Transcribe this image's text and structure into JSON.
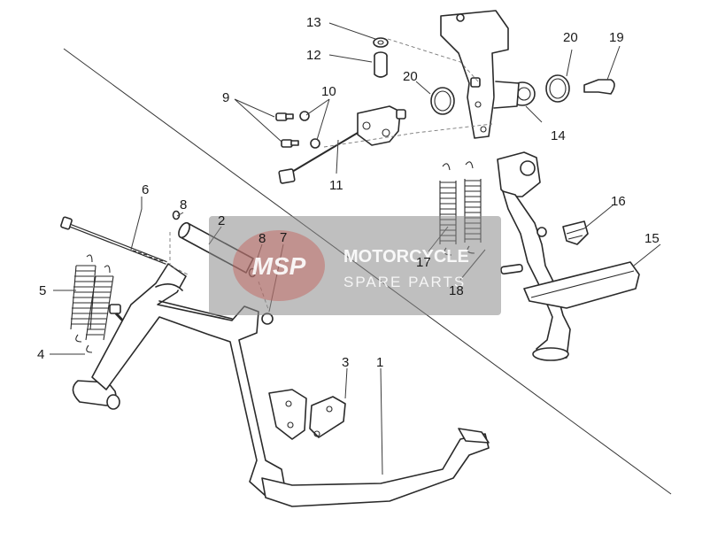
{
  "labels": {
    "p1": "1",
    "p2": "2",
    "p3": "3",
    "p4": "4",
    "p5": "5",
    "p6": "6",
    "p7": "7",
    "p8a": "8",
    "p8b": "8",
    "p9": "9",
    "p10": "10",
    "p11": "11",
    "p12": "12",
    "p13": "13",
    "p14": "14",
    "p15": "15",
    "p16": "16",
    "p17": "17",
    "p18": "18",
    "p19": "19",
    "p20a": "20",
    "p20b": "20"
  },
  "watermark": {
    "logo": "MSP",
    "title": "MOTORCYCLE",
    "subtitle": "SPARE PARTS"
  }
}
